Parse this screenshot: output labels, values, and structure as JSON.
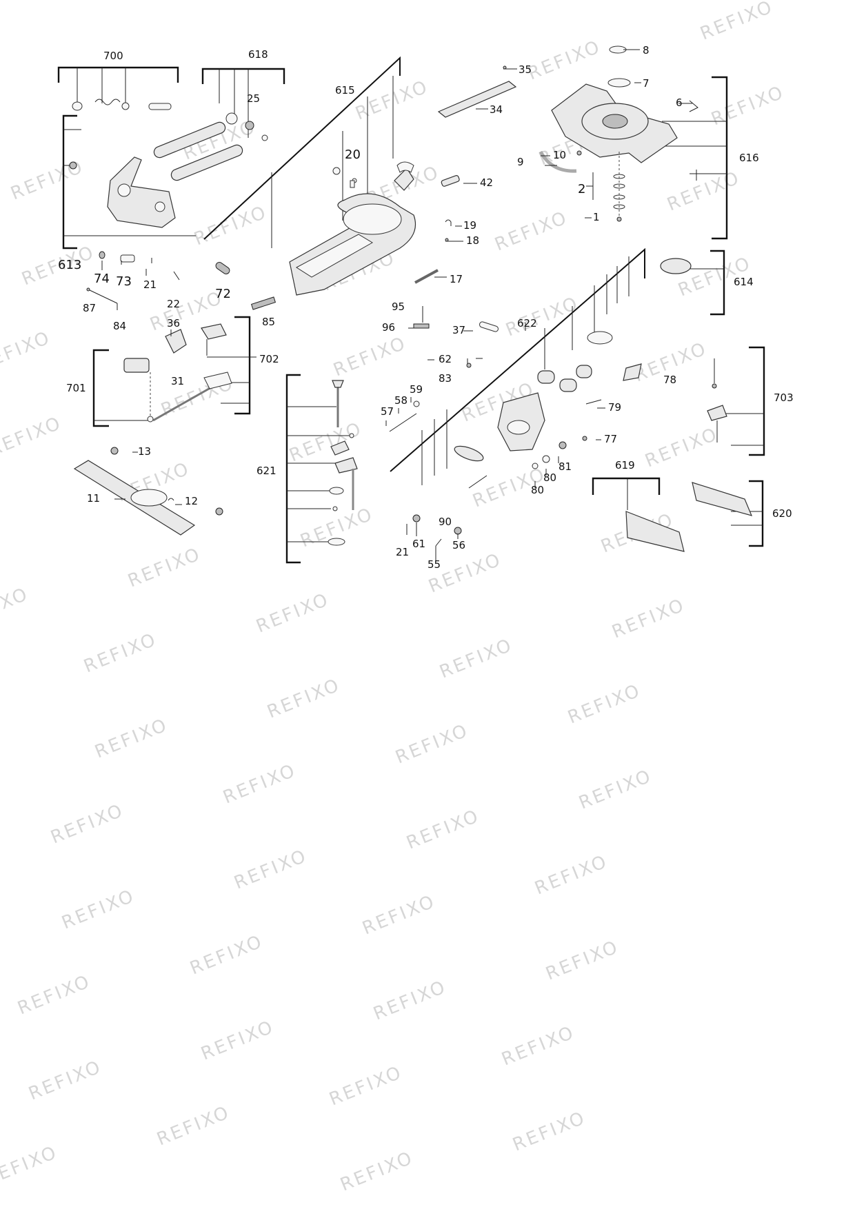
{
  "watermark": {
    "text": "REFIXO"
  },
  "labels": {
    "l700": "700",
    "l618": "618",
    "l615": "615",
    "l25": "25",
    "l20": "20",
    "l35": "35",
    "l34": "34",
    "l8": "8",
    "l7": "7",
    "l6": "6",
    "l616": "616",
    "l10": "10",
    "l9": "9",
    "l2": "2",
    "l1": "1",
    "l42": "42",
    "l19": "19",
    "l18": "18",
    "l613": "613",
    "l74": "74",
    "l73": "73",
    "l21a": "21",
    "l72": "72",
    "l17": "17",
    "l614": "614",
    "l22": "22",
    "l87": "87",
    "l84": "84",
    "l85": "85",
    "l95": "95",
    "l96": "96",
    "l37": "37",
    "l622": "622",
    "l36": "36",
    "l702": "702",
    "l62": "62",
    "l83": "83",
    "l78": "78",
    "l703": "703",
    "l701": "701",
    "l31": "31",
    "l59": "59",
    "l58": "58",
    "l57": "57",
    "l79": "79",
    "l77": "77",
    "l13": "13",
    "l81": "81",
    "l80a": "80",
    "l80b": "80",
    "l619": "619",
    "l621": "621",
    "l620": "620",
    "l11": "11",
    "l12": "12",
    "l90": "90",
    "l21b": "21",
    "l61": "61",
    "l56": "56",
    "l55": "55"
  }
}
